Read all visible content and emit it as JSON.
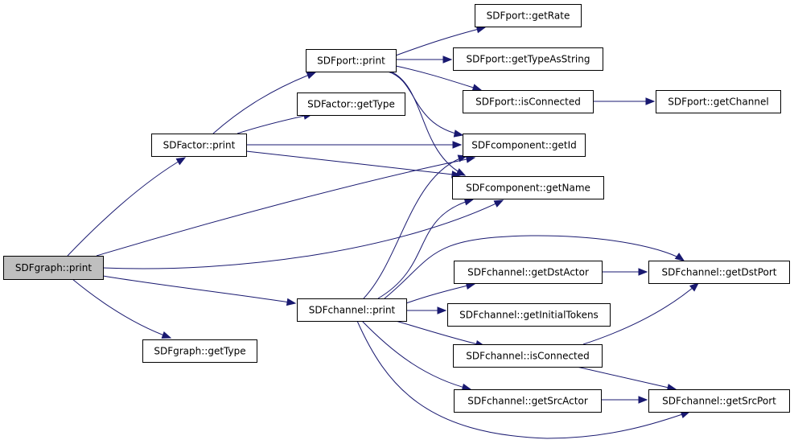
{
  "diagram": {
    "type": "call-graph",
    "edge_color": "#191970",
    "root_fill": "#bfbfbf",
    "node_fill": "#ffffff",
    "nodes": [
      {
        "id": "graph_print",
        "label": "SDFgraph::print",
        "root": true
      },
      {
        "id": "actor_print",
        "label": "SDFactor::print"
      },
      {
        "id": "graph_getType",
        "label": "SDFgraph::getType"
      },
      {
        "id": "port_print",
        "label": "SDFport::print"
      },
      {
        "id": "actor_getType",
        "label": "SDFactor::getType"
      },
      {
        "id": "channel_print",
        "label": "SDFchannel::print"
      },
      {
        "id": "port_getRate",
        "label": "SDFport::getRate"
      },
      {
        "id": "port_getTypeAsString",
        "label": "SDFport::getTypeAsString"
      },
      {
        "id": "port_isConnected",
        "label": "SDFport::isConnected"
      },
      {
        "id": "comp_getId",
        "label": "SDFcomponent::getId"
      },
      {
        "id": "comp_getName",
        "label": "SDFcomponent::getName"
      },
      {
        "id": "ch_getDstActor",
        "label": "SDFchannel::getDstActor"
      },
      {
        "id": "ch_getInitialTokens",
        "label": "SDFchannel::getInitialTokens"
      },
      {
        "id": "ch_isConnected",
        "label": "SDFchannel::isConnected"
      },
      {
        "id": "ch_getSrcActor",
        "label": "SDFchannel::getSrcActor"
      },
      {
        "id": "port_getChannel",
        "label": "SDFport::getChannel"
      },
      {
        "id": "ch_getDstPort",
        "label": "SDFchannel::getDstPort"
      },
      {
        "id": "ch_getSrcPort",
        "label": "SDFchannel::getSrcPort"
      }
    ],
    "edges": [
      {
        "from": "graph_print",
        "to": "actor_print"
      },
      {
        "from": "graph_print",
        "to": "comp_getId"
      },
      {
        "from": "graph_print",
        "to": "comp_getName"
      },
      {
        "from": "graph_print",
        "to": "channel_print"
      },
      {
        "from": "graph_print",
        "to": "graph_getType"
      },
      {
        "from": "actor_print",
        "to": "port_print"
      },
      {
        "from": "actor_print",
        "to": "actor_getType"
      },
      {
        "from": "actor_print",
        "to": "comp_getId"
      },
      {
        "from": "actor_print",
        "to": "comp_getName"
      },
      {
        "from": "port_print",
        "to": "port_getRate"
      },
      {
        "from": "port_print",
        "to": "port_getTypeAsString"
      },
      {
        "from": "port_print",
        "to": "port_isConnected"
      },
      {
        "from": "port_print",
        "to": "comp_getId"
      },
      {
        "from": "port_print",
        "to": "comp_getName"
      },
      {
        "from": "port_isConnected",
        "to": "port_getChannel"
      },
      {
        "from": "channel_print",
        "to": "comp_getId"
      },
      {
        "from": "channel_print",
        "to": "comp_getName"
      },
      {
        "from": "channel_print",
        "to": "ch_getDstPort"
      },
      {
        "from": "channel_print",
        "to": "ch_getDstActor"
      },
      {
        "from": "channel_print",
        "to": "ch_getInitialTokens"
      },
      {
        "from": "channel_print",
        "to": "ch_isConnected"
      },
      {
        "from": "channel_print",
        "to": "ch_getSrcActor"
      },
      {
        "from": "channel_print",
        "to": "ch_getSrcPort"
      },
      {
        "from": "ch_getDstActor",
        "to": "ch_getDstPort"
      },
      {
        "from": "ch_isConnected",
        "to": "ch_getDstPort"
      },
      {
        "from": "ch_isConnected",
        "to": "ch_getSrcPort"
      },
      {
        "from": "ch_getSrcActor",
        "to": "ch_getSrcPort"
      }
    ]
  }
}
